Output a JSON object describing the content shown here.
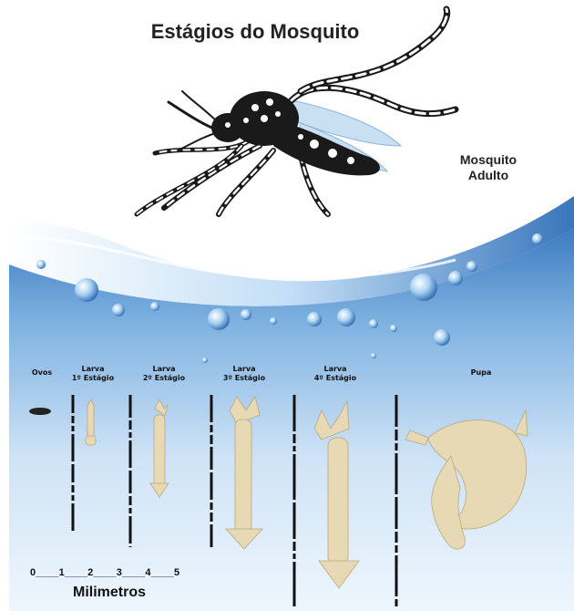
{
  "title": "Estágios do Mosquito",
  "adult": {
    "line1": "Mosquito",
    "line2": "Adulto"
  },
  "stages": [
    {
      "label": "Ovos"
    },
    {
      "label": "Larva\n1º Estágio"
    },
    {
      "label": "Larva\n2º Estágio"
    },
    {
      "label": "Larva\n3º Estágio"
    },
    {
      "label": "Larva\n4º Estágio"
    },
    {
      "label": "Pupa"
    }
  ],
  "scale": {
    "text": "0____1____2____3____4____5",
    "units": "Milimetros"
  },
  "colors": {
    "water_light": "#cfe4f7",
    "water_dark": "#3f7fc4",
    "larva": "#e8d9b5",
    "mosquito": "#1a1a1a"
  }
}
